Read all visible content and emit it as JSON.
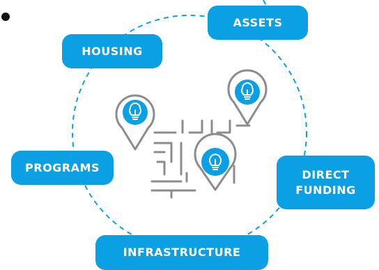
{
  "colors": {
    "accent_blue": "#0aa0e3",
    "line_gray": "#8c8c8c",
    "text_white": "#ffffff",
    "bullet_black": "#111111"
  },
  "labels": {
    "assets": "ASSETS",
    "housing": "HOUSING",
    "programs": "PROGRAMS",
    "direct_funding_line1": "DIRECT",
    "direct_funding_line2": "FUNDING",
    "infrastructure": "INFRASTRUCTURE"
  },
  "icons": {
    "pins": [
      "lightbulb-map-pin-icon",
      "lightbulb-map-pin-icon",
      "lightbulb-map-pin-icon"
    ],
    "maze": "maze-path-icon",
    "bullet": "bullet-dot-icon"
  }
}
